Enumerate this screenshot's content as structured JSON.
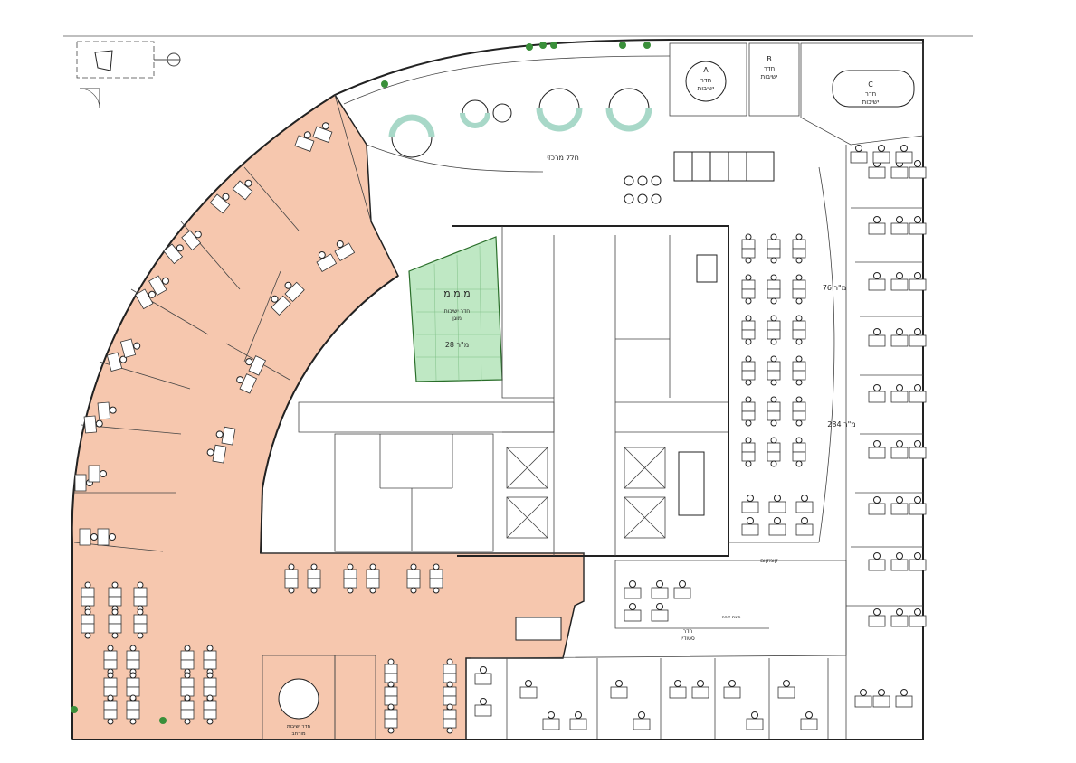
{
  "colors": {
    "zone_open": "#f6c7ae",
    "zone_meeting": "#bfe8c4",
    "teal_seat": "#a8d8c8",
    "wall": "#222222",
    "plant": "#3a8f3a"
  },
  "labels": {
    "central_space": "חלל מרכזי",
    "room_a": "A",
    "room_a_name1": "חדר",
    "room_a_name2": "ישיבות",
    "room_b": "B",
    "room_b_name1": "חדר",
    "room_b_name2": "ישיבות",
    "room_c": "C",
    "room_c_name1": "חדר",
    "room_c_name2": "ישיבות",
    "mmm": "מ.מ.מ",
    "mmm_room1": "חדר ישיבות",
    "mmm_room2": "מוגן",
    "mmm_area": "מ\"ר 28",
    "area_76": "מ\"ר 76",
    "area_284": "מ\"ר 284",
    "kitchenette": "קומקום",
    "coffee_corner": "פינת קפה",
    "studio1": "חדר",
    "studio2": "סטודיו",
    "meeting_bottom1": "חדר ישיבות",
    "meeting_bottom2": "מורחב"
  }
}
